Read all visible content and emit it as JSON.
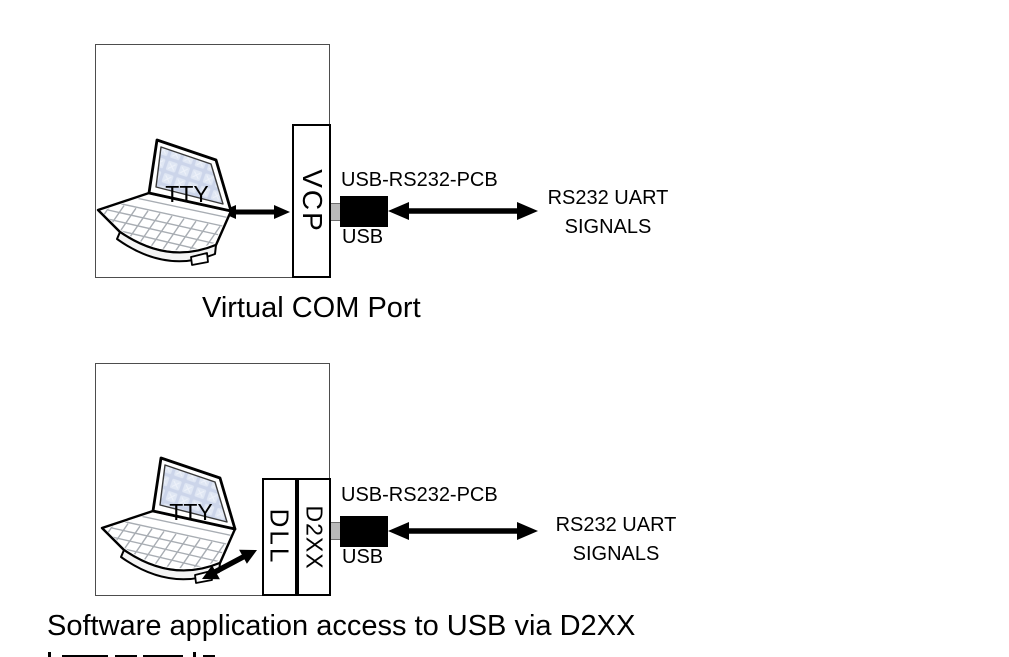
{
  "figures": {
    "vcp": {
      "caption": "Virtual COM Port",
      "screen_label": "TTY",
      "driver_label": "VCP",
      "pcb_label": "USB-RS232-PCB",
      "port_label": "USB",
      "signal_line1": "RS232 UART",
      "signal_line2": "SIGNALS"
    },
    "d2xx": {
      "caption": "Software application access to USB via D2XX",
      "screen_label": "TTY",
      "driver_label_left": "DLL",
      "driver_label_right": "D2XX",
      "pcb_label": "USB-RS232-PCB",
      "port_label": "USB",
      "signal_line1": "RS232 UART",
      "signal_line2": "SIGNALS"
    }
  },
  "colors": {
    "background": "#ffffff",
    "line": "#000000",
    "host_box_border": "#4d4d4d",
    "screen_fill": "#ccd5ea",
    "screen_tile": "#e0e7f4",
    "usb_plug": "#000000",
    "usb_connector": "#b9b9b9"
  }
}
